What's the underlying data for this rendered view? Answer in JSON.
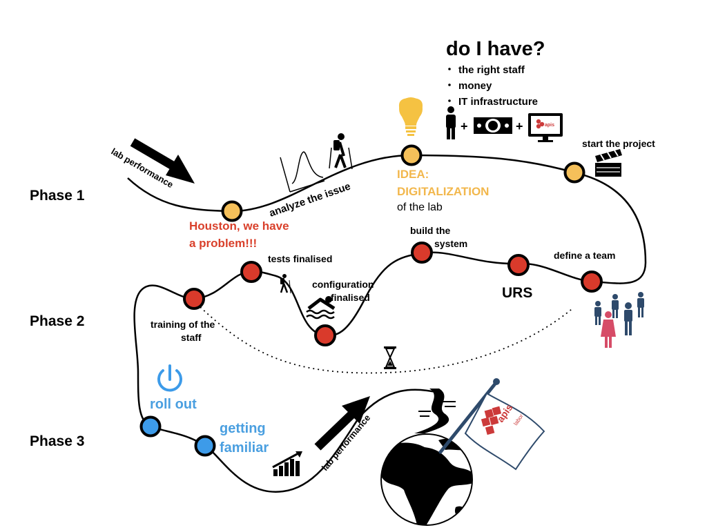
{
  "phases": [
    "Phase 1",
    "Phase 2",
    "Phase 3"
  ],
  "question": {
    "title": "do I have?",
    "items": [
      "the right staff",
      "money",
      "IT infrastructure"
    ],
    "plus": "+"
  },
  "path_labels": {
    "lab_performance_top": "lab performance",
    "analyze": "analyze the issue",
    "lab_performance_bottom": "lab performance"
  },
  "milestones": {
    "houston_line1": "Houston, we have",
    "houston_line2": "a problem!!!",
    "idea_line1": "IDEA:",
    "idea_line2": "DIGITALIZATION",
    "idea_line3": "of the lab",
    "start_project": "start  the project",
    "define_team": "define a team",
    "urs": "URS",
    "build_line1": "build the",
    "build_line2": "system",
    "config_line1": "configuration",
    "config_line2": "finalised",
    "tests": "tests finalised",
    "training_line1": "training of the",
    "training_line2": "staff",
    "roll_out": "roll out",
    "getting_line1": "getting",
    "getting_line2": "familiar"
  },
  "flag": {
    "brand_line1": "apis",
    "brand_line2": "labor"
  },
  "monitor": {
    "brand": "apis"
  },
  "colors": {
    "phase1_node": "#F5C05A",
    "phase2_node": "#D93A2B",
    "phase3_node": "#3D9BE9",
    "houston_text": "#D9402B",
    "idea_text": "#F2B74C",
    "phase3_text": "#4A9FE0",
    "staff_blue": "#2E4A6B",
    "staff_pink": "#D64C67",
    "flag_logo": "#CC3A3A"
  },
  "icons": [
    "arrow-icon",
    "bell-curve-icon",
    "hiker-icon",
    "lightbulb-icon",
    "person-icon",
    "banknote-icon",
    "monitor-icon",
    "clapperboard-icon",
    "swimmer-icon",
    "team-icon",
    "hourglass-icon",
    "power-icon",
    "growth-chart-icon",
    "road-icon",
    "globe-icon",
    "flag-icon"
  ]
}
